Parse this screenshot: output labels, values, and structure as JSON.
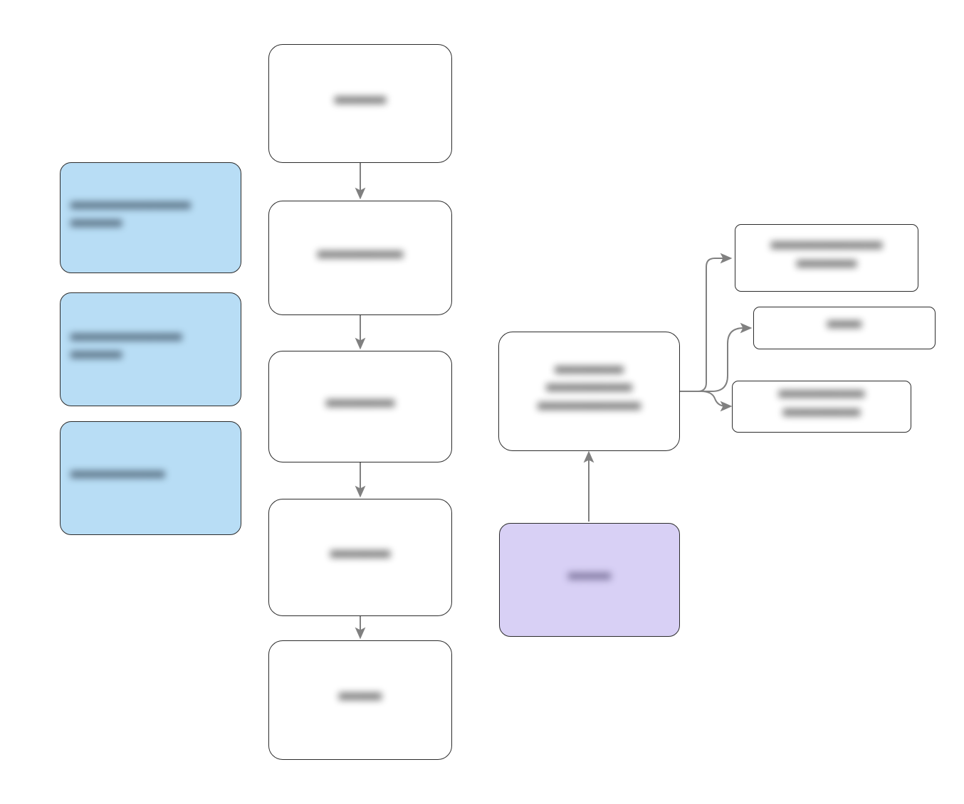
{
  "diagram": {
    "type": "flowchart",
    "background_color": "#ffffff",
    "orientation": "left-to-right-with-vertical-flow",
    "note": "All node text in the source screenshot is blurred/redacted and not legible.",
    "palette": {
      "node_fill_default": "#ffffff",
      "node_fill_blue": "#b8ddf5",
      "node_fill_purple": "#d8d0f5",
      "node_border": "#2b2b2b",
      "edge_stroke": "#808080"
    }
  },
  "flow_column": {
    "name": "main-vertical-flow",
    "nodes": [
      {
        "id": "flow-1",
        "label": "▀▀▀▀▀▀",
        "lines": 1
      },
      {
        "id": "flow-2",
        "label": "▀▀▀▀▀▀▀▀▀▀",
        "lines": 1
      },
      {
        "id": "flow-3",
        "label": "▀▀▀▀▀▀▀▀",
        "lines": 1
      },
      {
        "id": "flow-4",
        "label": "▀▀▀▀▀▀▀",
        "lines": 1
      },
      {
        "id": "flow-5",
        "label": "▀▀▀▀▀",
        "lines": 1
      }
    ]
  },
  "blue_column": {
    "name": "blue-annotation-nodes",
    "nodes": [
      {
        "id": "blue-1",
        "label": "▀▀▀▀▀▀▀▀▀▀▀▀▀▀\n▀▀▀▀▀▀",
        "lines": 2
      },
      {
        "id": "blue-2",
        "label": "▀▀▀▀▀▀▀▀▀▀▀▀▀\n▀▀▀▀▀▀",
        "lines": 2
      },
      {
        "id": "blue-3",
        "label": "▀▀▀▀▀▀▀▀▀▀▀",
        "lines": 1
      }
    ]
  },
  "hub": {
    "id": "hub-node",
    "label": "▀▀▀▀▀▀▀▀\n▀▀▀▀▀▀▀▀▀▀\n▀▀▀▀▀▀▀▀▀▀▀▀",
    "lines": 3
  },
  "source": {
    "id": "purple-source-node",
    "label": "▀▀▀▀▀",
    "lines": 1
  },
  "branches": {
    "name": "hub-output-branches",
    "nodes": [
      {
        "id": "branch-1",
        "label": "▀▀▀▀▀▀▀▀▀▀▀▀▀\n▀▀▀▀▀▀▀",
        "lines": 2
      },
      {
        "id": "branch-2",
        "label": "▀▀▀▀",
        "lines": 1
      },
      {
        "id": "branch-3",
        "label": "▀▀▀▀▀▀▀▀▀▀\n▀▀▀▀▀▀▀▀▀",
        "lines": 2
      }
    ]
  },
  "edges": [
    {
      "id": "edge-flow-1-2",
      "from": "flow-1",
      "to": "flow-2",
      "arrow": "down"
    },
    {
      "id": "edge-flow-2-3",
      "from": "flow-2",
      "to": "flow-3",
      "arrow": "down"
    },
    {
      "id": "edge-flow-3-4",
      "from": "flow-3",
      "to": "flow-4",
      "arrow": "down"
    },
    {
      "id": "edge-flow-4-5",
      "from": "flow-4",
      "to": "flow-5",
      "arrow": "down"
    },
    {
      "id": "edge-source-hub",
      "from": "purple-source-node",
      "to": "hub-node",
      "arrow": "up"
    },
    {
      "id": "edge-hub-branch-1",
      "from": "hub-node",
      "to": "branch-1",
      "arrow": "right"
    },
    {
      "id": "edge-hub-branch-2",
      "from": "hub-node",
      "to": "branch-2",
      "arrow": "right"
    },
    {
      "id": "edge-hub-branch-3",
      "from": "hub-node",
      "to": "branch-3",
      "arrow": "right"
    }
  ]
}
